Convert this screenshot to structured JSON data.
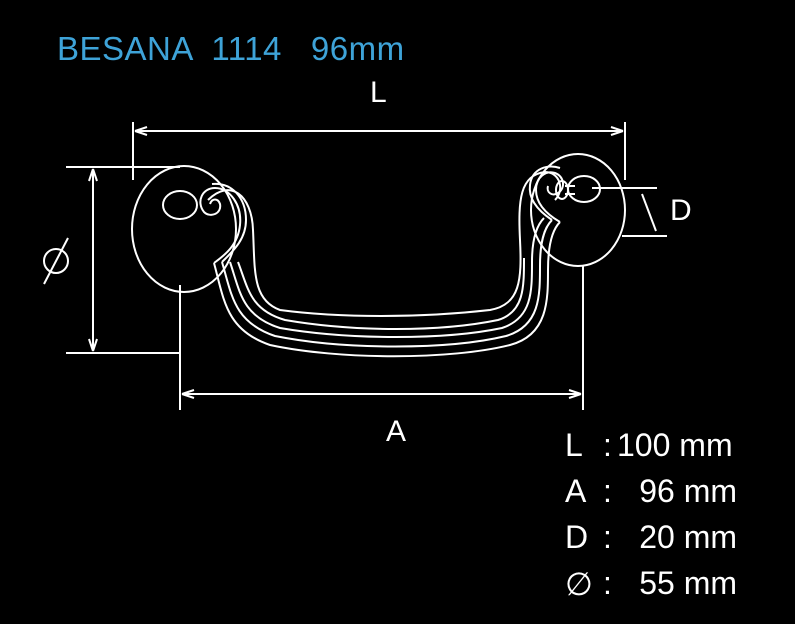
{
  "title": "BESANA  1114   96mm",
  "dimension_labels": {
    "L": "L",
    "A": "A",
    "D": "D",
    "diameter": "∅"
  },
  "specs": [
    {
      "key": "L",
      "sep": ":",
      "value": "100 mm"
    },
    {
      "key": "A",
      "sep": ":",
      "value": "96 mm"
    },
    {
      "key": "D",
      "sep": ":",
      "value": "20 mm"
    },
    {
      "key": "∅",
      "sep": ":",
      "value": "55 mm"
    }
  ],
  "colors": {
    "background": "#000000",
    "title": "#3ea3d8",
    "lines": "#ffffff"
  }
}
